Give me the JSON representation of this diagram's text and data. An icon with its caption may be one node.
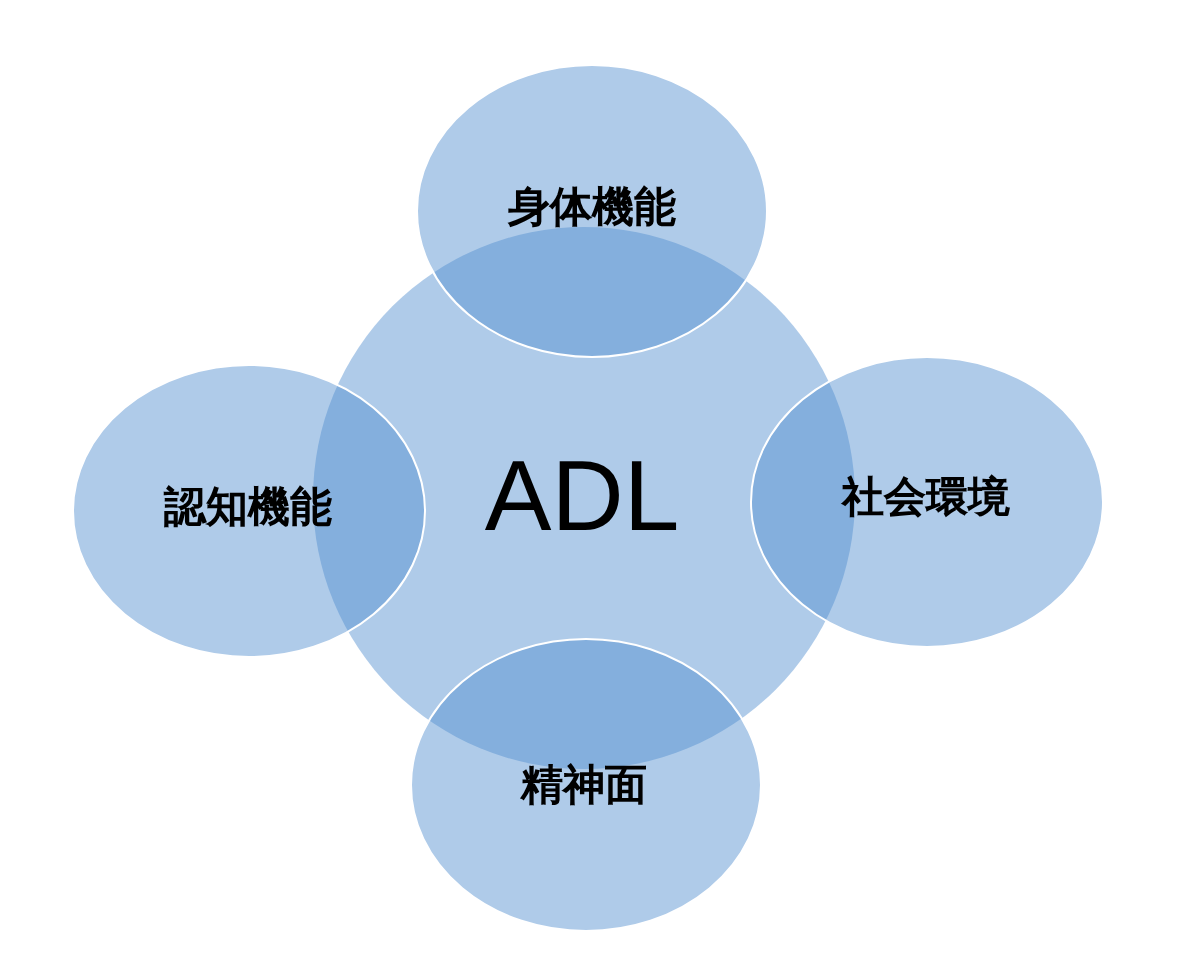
{
  "diagram": {
    "nodes": [
      {
        "text": [
          "ADL"
        ]
      },
      {
        "text": [
          "身体機能"
        ]
      },
      {
        "text": [
          "認知機能"
        ]
      },
      {
        "text": [
          "社会環境"
        ]
      },
      {
        "text": [
          "精神面"
        ]
      }
    ]
  }
}
